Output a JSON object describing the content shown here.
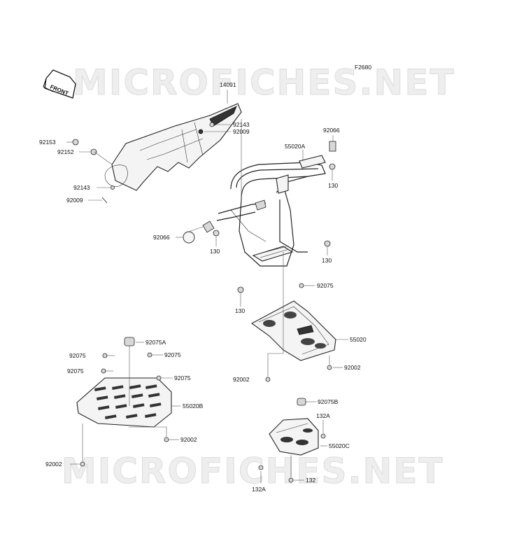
{
  "figure_code": "F2680",
  "watermark": "MICROFICHES.NET",
  "front_arrow_label": "FRONT",
  "labels": {
    "l_14091": "14091",
    "l_92143_top": "92143",
    "l_92009_top": "92009",
    "l_92153": "92153",
    "l_92152": "92152",
    "l_92143_left": "92143",
    "l_92009_left": "92009",
    "l_92066_right": "92066",
    "l_55020A": "55020A",
    "l_130_r1": "130",
    "l_92066_left": "92066",
    "l_130_mid": "130",
    "l_130_r2": "130",
    "l_92075_r": "92075",
    "l_130_low": "130",
    "l_55020": "55020",
    "l_92002_m1": "92002",
    "l_92002_m2": "92002",
    "l_92075A": "92075A",
    "l_92075_a": "92075",
    "l_92075_b": "92075",
    "l_92075_c": "92075",
    "l_92075_d": "92075",
    "l_55020B": "55020B",
    "l_92002_b1": "92002",
    "l_92002_b2": "92002",
    "l_92075B": "92075B",
    "l_132A_top": "132A",
    "l_55020C": "55020C",
    "l_132_bot": "132",
    "l_132A_bot": "132A"
  }
}
